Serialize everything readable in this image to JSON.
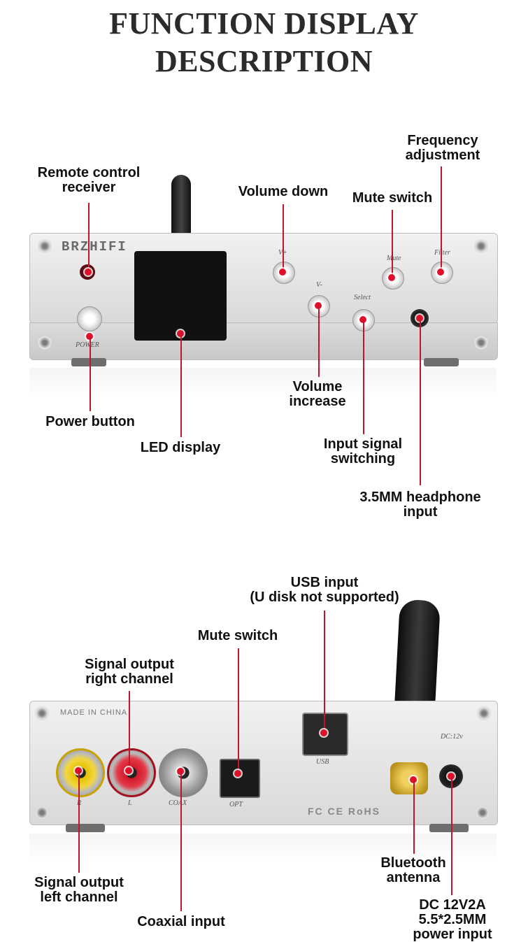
{
  "title": {
    "line1": "FUNCTION DISPLAY",
    "line2": "DESCRIPTION"
  },
  "front": {
    "brand": "BRZHIFI",
    "panel_marks": {
      "vplus": "V+",
      "vminus": "V-",
      "mute": "Mute",
      "filter": "Filter",
      "select": "Select",
      "power": "POWER"
    },
    "labels": {
      "remote": [
        "Remote control",
        "receiver"
      ],
      "volume_down": [
        "Volume down"
      ],
      "mute_switch": [
        "Mute switch"
      ],
      "frequency": [
        "Frequency",
        "adjustment"
      ],
      "power_button": [
        "Power button"
      ],
      "led_display": [
        "LED display"
      ],
      "volume_increase": [
        "Volume",
        "increase"
      ],
      "input_switch": [
        "Input signal",
        "switching"
      ],
      "headphone": [
        "3.5MM headphone",
        "input"
      ]
    }
  },
  "rear": {
    "panel_marks": {
      "made_in": "MADE IN CHINA",
      "usb": "USB",
      "dc": "DC:12v",
      "r": "R",
      "l": "L",
      "coax": "COAX",
      "opt": "OPT",
      "cert": "FC CE RoHS"
    },
    "labels": {
      "usb_input": [
        "USB input",
        "(U disk not supported)"
      ],
      "mute_switch": [
        "Mute switch"
      ],
      "signal_right": [
        "Signal output",
        "right channel"
      ],
      "signal_left": [
        "Signal output",
        "left channel"
      ],
      "coaxial": [
        "Coaxial input"
      ],
      "bluetooth": [
        "Bluetooth",
        "antenna"
      ],
      "dc_power": [
        "DC 12V2A",
        "5.5*2.5MM",
        "power input"
      ]
    }
  },
  "colors": {
    "accent_line": "#c0152a",
    "dot": "#e0102a",
    "text": "#111111"
  }
}
